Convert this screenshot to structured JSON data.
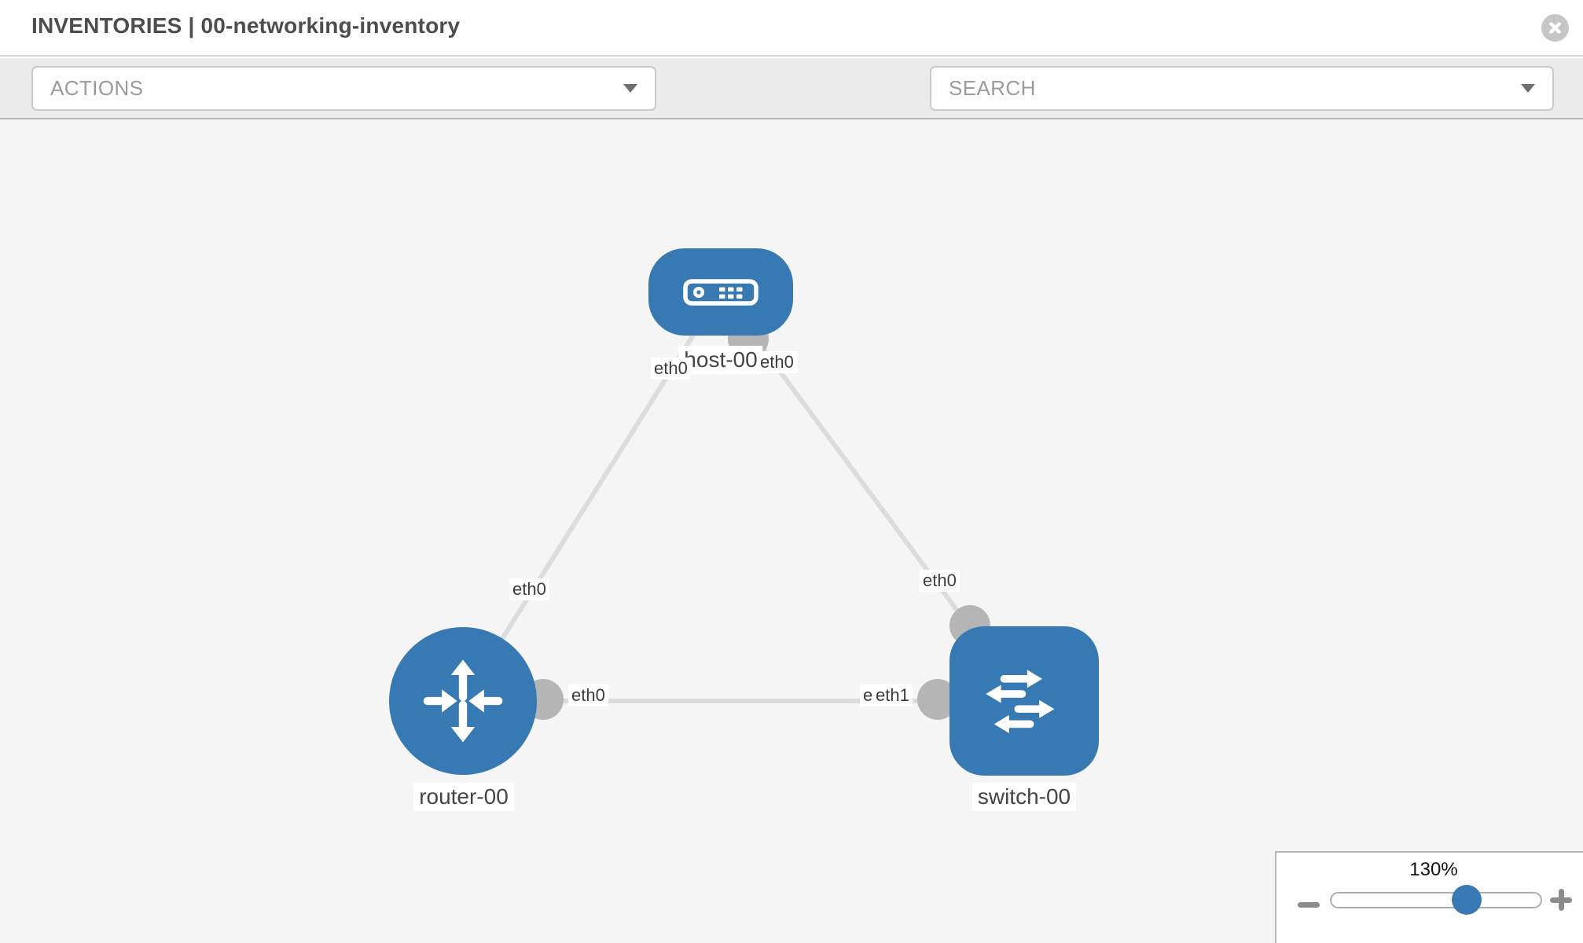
{
  "header": {
    "title": "INVENTORIES | 00-networking-inventory"
  },
  "toolbar": {
    "actions_placeholder": "ACTIONS",
    "search_placeholder": "SEARCH"
  },
  "topology": {
    "nodes": [
      {
        "label": "host-00",
        "type": "host"
      },
      {
        "label": "router-00",
        "type": "router"
      },
      {
        "label": "switch-00",
        "type": "switch"
      }
    ],
    "links": [
      {
        "from": "host-00",
        "to": "router-00",
        "from_interface": "eth0",
        "to_interface": "eth0"
      },
      {
        "from": "host-00",
        "to": "switch-00",
        "from_interface": "eth0",
        "to_interface": "eth0"
      },
      {
        "from": "router-00",
        "to": "switch-00",
        "from_interface": "eth0",
        "to_interface": "eth1"
      }
    ],
    "interfaces": {
      "host_router_host_end": "eth0",
      "host_router_router_end": "eth0",
      "host_switch_host_end": "eth0",
      "host_switch_switch_end": "eth0",
      "router_switch_router_end": "eth0",
      "router_switch_switch_end_under": "eth0",
      "router_switch_switch_end_over": "eth1"
    }
  },
  "zoom_control": {
    "level": "130%"
  },
  "colors": {
    "node_blue": "#3779b2",
    "link_gray": "#dcdcdc",
    "dot_gray": "#b5b5b5",
    "canvas_bg": "#f5f5f5",
    "toolbar_bg": "#ebebeb"
  }
}
